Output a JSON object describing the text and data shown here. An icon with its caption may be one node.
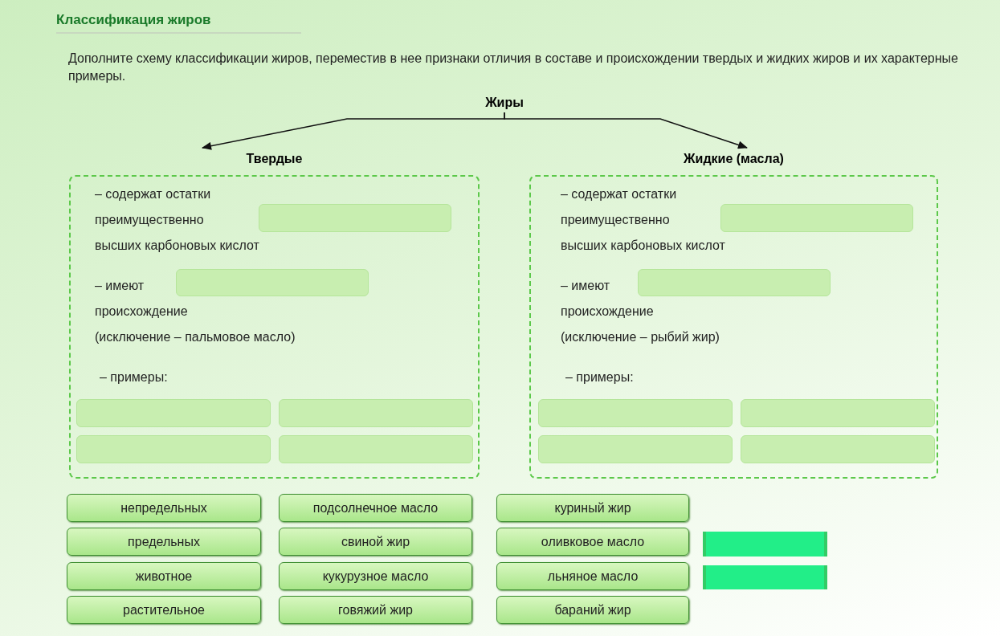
{
  "diagram": {
    "title": "Классификация жиров",
    "nodes": [
      {
        "text": [
          "Жиры"
        ]
      },
      {
        "text": [
          "Твердые",
          "– содержат остатки",
          "преимущественно",
          "высших карбоновых кислот",
          "– имеют",
          "происхождение",
          "(исключение – пальмовое масло)",
          "– примеры:"
        ]
      },
      {
        "text": [],
        "shape": "box",
        "in": 1
      },
      {
        "text": [],
        "shape": "box",
        "in": 1
      },
      {
        "text": [],
        "shape": "box",
        "in": 1
      },
      {
        "text": [],
        "shape": "box",
        "in": 1
      },
      {
        "text": [],
        "shape": "box",
        "in": 1
      },
      {
        "text": [],
        "shape": "box",
        "in": 1
      },
      {
        "text": [
          "Жидкие (масла)",
          "– содержат остатки",
          "преимущественно",
          "высших карбоновых кислот",
          "– имеют",
          "происхождение",
          "(исключение – рыбий жир)",
          "– примеры:"
        ]
      },
      {
        "text": [],
        "shape": "box",
        "in": 8
      },
      {
        "text": [],
        "shape": "box",
        "in": 8
      },
      {
        "text": [],
        "shape": "box",
        "in": 8
      },
      {
        "text": [],
        "shape": "box",
        "in": 8
      },
      {
        "text": [],
        "shape": "box",
        "in": 8
      },
      {
        "text": [],
        "shape": "box",
        "in": 8
      },
      {
        "text": [
          "непредельных"
        ]
      },
      {
        "text": [
          "подсолнечное масло"
        ]
      },
      {
        "text": [
          "куриный жир"
        ]
      },
      {
        "text": [
          "предельных"
        ]
      },
      {
        "text": [
          "свиной жир"
        ]
      },
      {
        "text": [
          "оливковое масло"
        ]
      },
      {
        "text": [],
        "shape": "bar"
      },
      {
        "text": [
          "животное"
        ]
      },
      {
        "text": [
          "кукурузное масло"
        ]
      },
      {
        "text": [
          "льняное масло"
        ]
      },
      {
        "text": [],
        "shape": "bar"
      },
      {
        "text": [
          "растительное"
        ]
      },
      {
        "text": [
          "говяжий жир"
        ]
      },
      {
        "text": [
          "бараний жир"
        ]
      }
    ],
    "edges": [
      {
        "from": 0,
        "to": 1,
        "arrow": "to"
      },
      {
        "from": 0,
        "to": 8,
        "arrow": "to"
      }
    ],
    "labels": [
      "Дополните схему классификации жиров, переместив в нее признаки отличия в составе и происхождении твердых и жидких жиров и их характерные примеры."
    ]
  }
}
